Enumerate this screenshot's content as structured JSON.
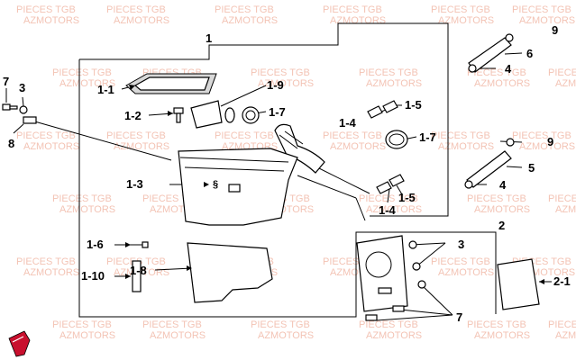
{
  "watermark": {
    "line1": "PIECES TGB",
    "line2": "AZMOTORS",
    "color": "#f1b9a8"
  },
  "brand_logo": {
    "icon": "shield-logo-icon",
    "color": "#c8102e"
  },
  "callouts": {
    "c1": "1",
    "c1_1": "1-1",
    "c1_2": "1-2",
    "c1_3": "1-3",
    "c1_4a": "1-4",
    "c1_4b": "1-4",
    "c1_5a": "1-5",
    "c1_5b": "1-5",
    "c1_6": "1-6",
    "c1_7a": "1-7",
    "c1_7b": "1-7",
    "c1_8": "1-8",
    "c1_9": "1-9",
    "c1_10": "1-10",
    "c2": "2",
    "c2_1": "2-1",
    "c3a": "3",
    "c3b": "3",
    "c4a": "4",
    "c4b": "4",
    "c5": "5",
    "c6": "6",
    "c7a": "7",
    "c7b": "7",
    "c8": "8",
    "c9a": "9",
    "c9b": "9"
  }
}
